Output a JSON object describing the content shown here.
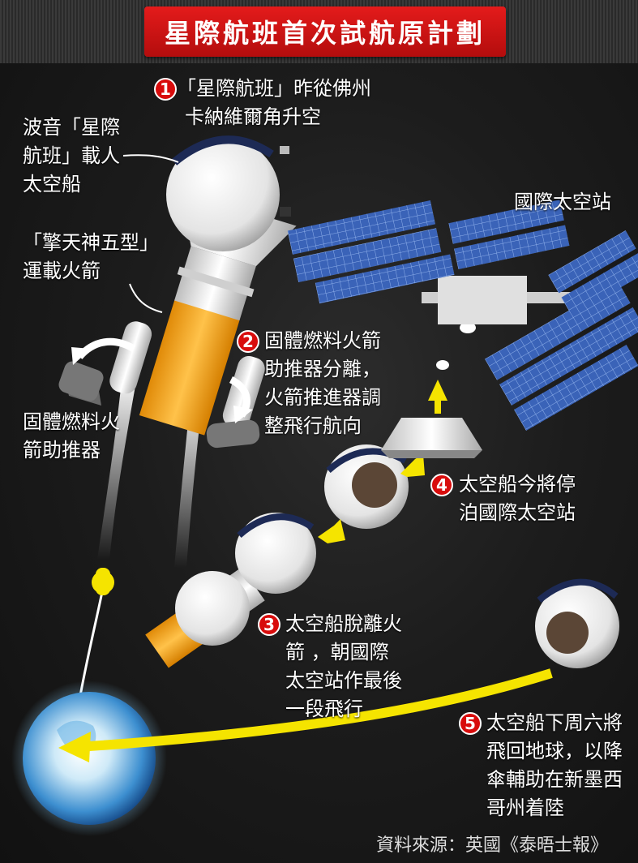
{
  "title": "星際航班首次試航原計劃",
  "labels": {
    "capsule": [
      "波音「星際",
      "航班」載人",
      "太空船"
    ],
    "rocket": [
      "「擎天神五型」",
      "運載火箭"
    ],
    "booster": [
      "固體燃料火",
      "箭助推器"
    ],
    "iss": [
      "國際太空站"
    ]
  },
  "steps": [
    {
      "number": "1",
      "lines": [
        "「星際航班」昨從佛州",
        "卡納維爾角升空"
      ]
    },
    {
      "number": "2",
      "lines": [
        "固體燃料火箭",
        "助推器分離，",
        "火箭推進器調",
        "整飛行航向"
      ]
    },
    {
      "number": "3",
      "lines": [
        "太空船脫離火",
        "箭 ，朝國際",
        "太空站作最後",
        "一段飛行"
      ]
    },
    {
      "number": "4",
      "lines": [
        "太空船今將停",
        "泊國際太空站"
      ]
    },
    {
      "number": "5",
      "lines": [
        "太空船下周六將",
        "飛回地球，以降",
        "傘輔助在新墨西",
        "哥州着陸"
      ]
    }
  ],
  "source": "資料來源：英國《泰晤士報》",
  "colors": {
    "title_red": "#d41414",
    "arrow_yellow": "#f5e400",
    "rocket_orange": "#f2a51c",
    "panel_blue": "#3a63b8"
  }
}
